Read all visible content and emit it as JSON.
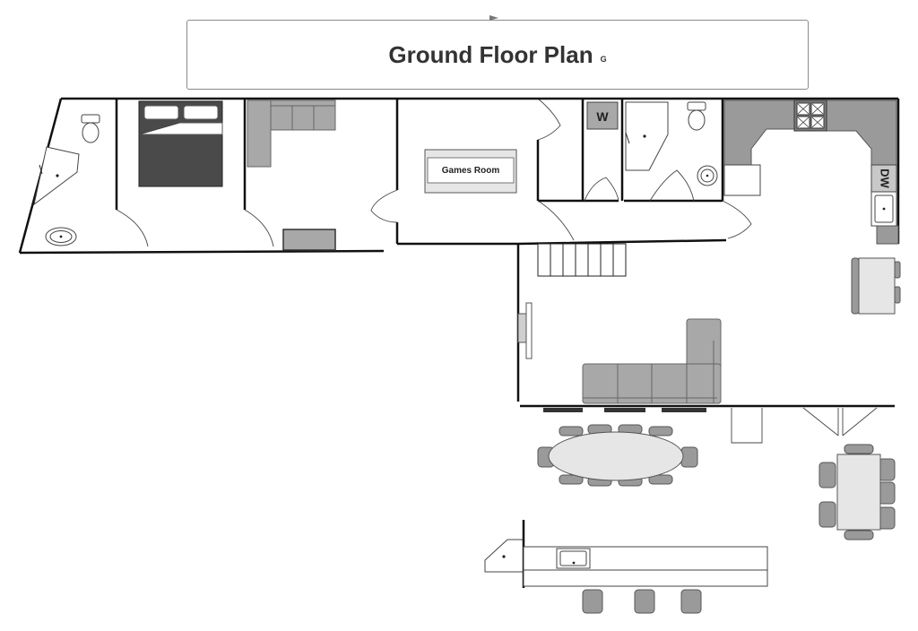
{
  "header": {
    "title": "Ground Floor Plan",
    "subtitle": "G"
  },
  "labels": {
    "games_room": "Games Room",
    "washer": "W",
    "dishwasher": "DW"
  }
}
